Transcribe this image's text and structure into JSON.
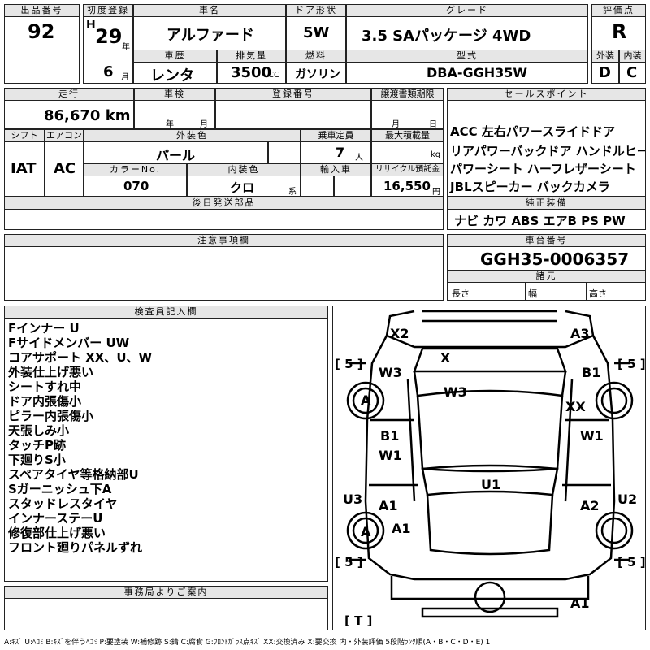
{
  "header": {
    "lot_label": "出品番号",
    "lot": "92",
    "reg_label": "初度登録",
    "era": "H",
    "year": "29",
    "year_unit": "年",
    "month": "6",
    "month_unit": "月",
    "name_label": "車名",
    "name": "アルファード",
    "door_label": "ドア形状",
    "door": "5W",
    "grade_label": "グレード",
    "grade": "3.5 SAパッケージ 4WD",
    "score_label": "評価点",
    "score": "R",
    "history_label": "車歴",
    "history": "レンタ",
    "displacement_label": "排気量",
    "displacement": "3500",
    "displacement_unit": "CC",
    "fuel_label": "燃料",
    "fuel": "ガソリン",
    "model_label": "型式",
    "model": "DBA-GGH35W",
    "exterior_label": "外装",
    "exterior": "D",
    "interior_label": "内装",
    "interior": "C"
  },
  "row2": {
    "mileage_label": "走行",
    "mileage": "86,670 km",
    "inspection_label": "車検",
    "year_unit": "年",
    "month_unit": "月",
    "plate_label": "登録番号",
    "transfer_label": "譲渡書類期限",
    "transfer_month": "月",
    "transfer_day": "日",
    "shift_label": "シフト",
    "shift": "IAT",
    "ac_label": "エアコン",
    "ac": "AC",
    "color_label": "外装色",
    "color": "パール",
    "capacity_label": "乗車定員",
    "capacity": "7",
    "capacity_unit": "人",
    "load_label": "最大積載量",
    "load_unit": "kg",
    "color_no_label": "カラーNo.",
    "color_no": "070",
    "interior_color_label": "内装色",
    "interior_color": "クロ",
    "interior_color_unit": "系",
    "import_label": "輸入車",
    "recycle_label": "リサイクル預託金",
    "recycle": "16,550",
    "recycle_unit": "円",
    "later_label": "後日発送部品"
  },
  "sales": {
    "label": "セールスポイント",
    "lines": [
      "ACC 左右パワースライドドア",
      "リアパワーバックドア ハンドルヒーター",
      "パワーシート ハーフレザーシート",
      "JBLスピーカー バックカメラ"
    ]
  },
  "equipment": {
    "label": "純正装備",
    "value": "ナビ カワ ABS エアB PS PW"
  },
  "notes": {
    "label": "注意事項欄"
  },
  "chassis": {
    "label": "車台番号",
    "value": "GGH35-0006357",
    "spec_label": "諸元",
    "length": "長さ",
    "width": "幅",
    "height": "高さ"
  },
  "inspector": {
    "label": "検査員記入欄",
    "lines": [
      "Fインナー U",
      "Fサイドメンバー UW",
      "コアサポート XX、U、W",
      "外装仕上げ悪い",
      "シートすれ中",
      "ドア内張傷小",
      "ピラー内張傷小",
      "天張しみ小",
      "タッチP跡",
      "下廻りS小",
      "スペアタイヤ等格納部U",
      "Sガーニッシュ下A",
      "スタッドレスタイヤ",
      "インナーステーU",
      "修復部仕上げ悪い",
      "フロント廻りパネルずれ"
    ]
  },
  "office": {
    "label": "事務局よりご案内"
  },
  "diagram": {
    "x2": "X2",
    "a3": "A3",
    "x": "X",
    "w3_left": "W3",
    "w3_center": "W3",
    "b1_right": "B1",
    "a_left_top": "A",
    "xx": "XX",
    "b1_left": "B1",
    "w1_left": "W1",
    "w1_right": "W1",
    "u1": "U1",
    "u3": "U3",
    "u2": "U2",
    "a1_left": "A1",
    "a2": "A2",
    "a_left_bottom": "A",
    "a1_left_bottom": "A1",
    "a1_bottom": "A1",
    "tire_tl": "5",
    "tire_tr": "5",
    "tire_bl": "5",
    "tire_br": "5",
    "tire_t": "T"
  },
  "footer": {
    "legend": "A:ｷｽﾞ U:ﾍｺﾐ B:ｷｽﾞを伴うﾍｺﾐ P:要塗装 W:補修跡 S:錆 C:腐食 G:ﾌﾛﾝﾄｶﾞﾗｽ点ｷｽﾞ XX:交換済み X:要交換 内・外装評価 5段階ﾗﾝｸ順(A・B・C・D・E) 1"
  }
}
